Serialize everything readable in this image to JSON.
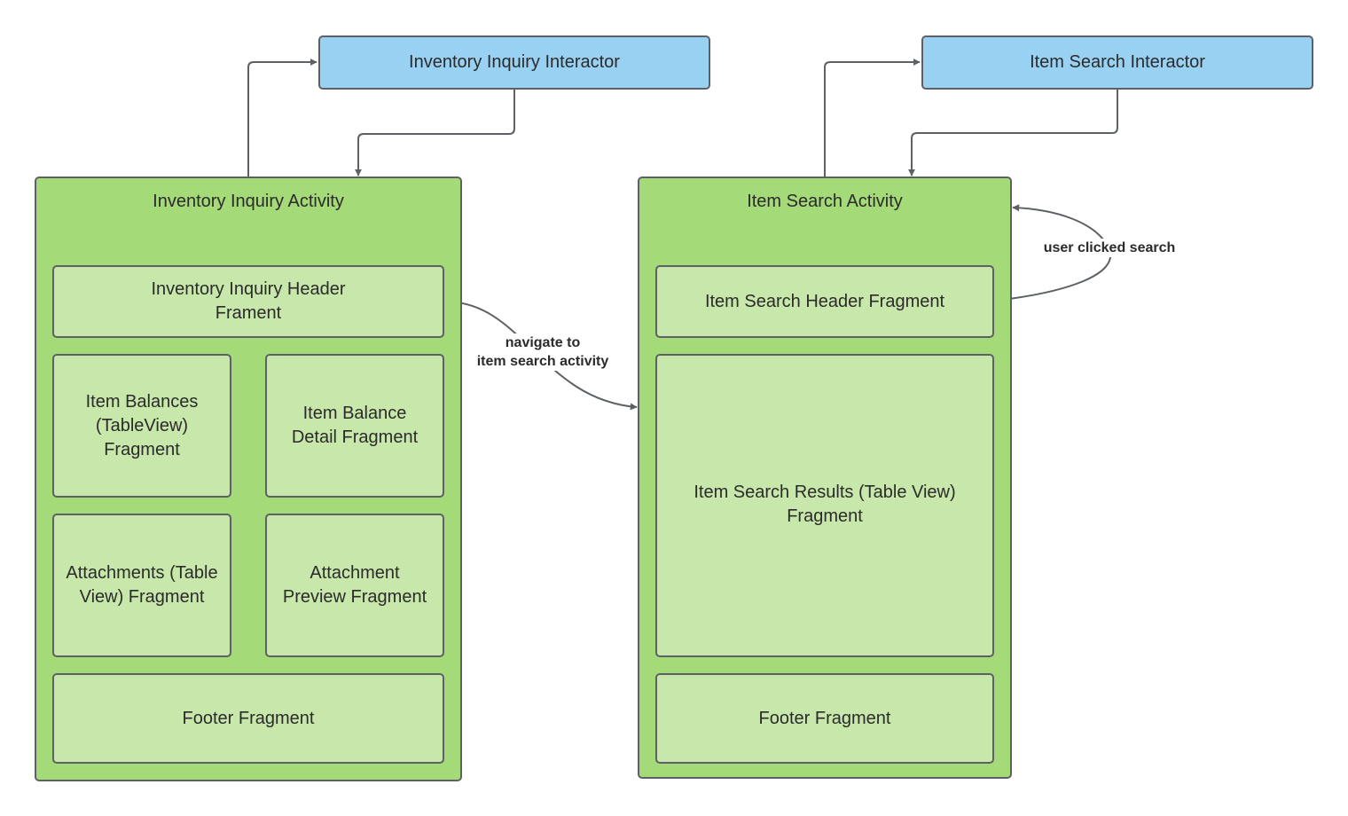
{
  "colors": {
    "interactor_fill": "#99d1f2",
    "activity_fill": "#a5da78",
    "fragment_fill": "#c7e8aa",
    "border": "#5d6166",
    "connector": "#5d6166"
  },
  "interactors": {
    "inventory": "Inventory Inquiry Interactor",
    "item_search": "Item Search Interactor"
  },
  "activities": {
    "inventory": {
      "title": "Inventory Inquiry Activity",
      "header": "Inventory Inquiry Header\nFrament",
      "item_balances": "Item Balances\n(TableView)\nFragment",
      "item_balance_detail": "Item Balance\nDetail Fragment",
      "attachments": "Attachments (Table\nView) Fragment",
      "attachment_preview": "Attachment\nPreview Fragment",
      "footer": "Footer Fragment"
    },
    "item_search": {
      "title": "Item Search Activity",
      "header": "Item Search Header Fragment",
      "results": "Item Search Results (Table View)\nFragment",
      "footer": "Footer Fragment"
    }
  },
  "edge_labels": {
    "navigate": "navigate to\nitem search activity",
    "user_clicked": "user clicked search"
  }
}
